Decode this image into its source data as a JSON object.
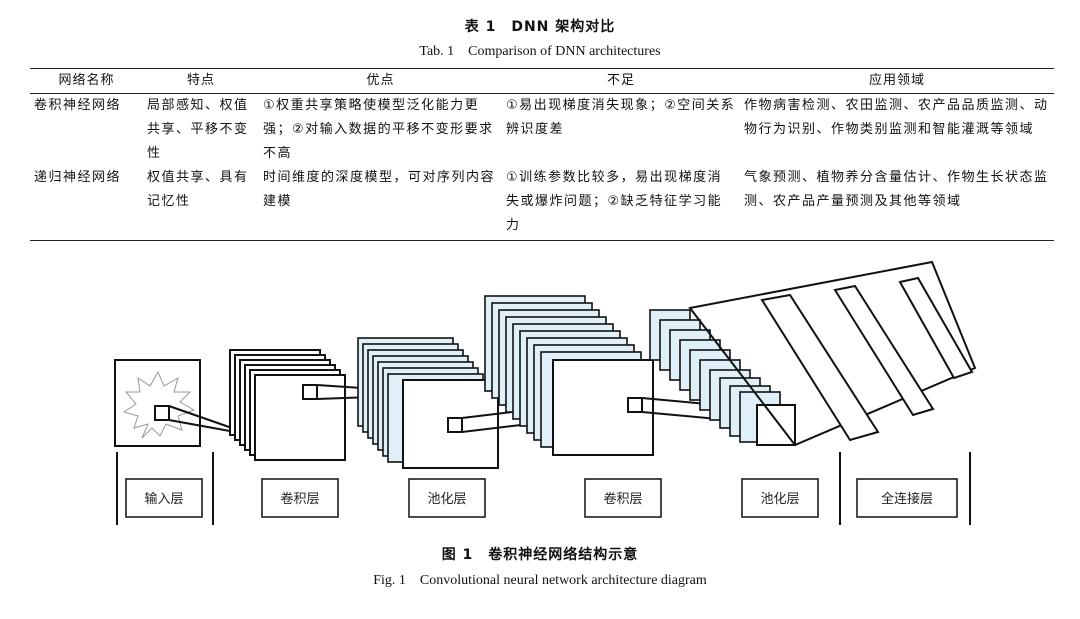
{
  "table": {
    "title_cn": "表 1　DNN 架构对比",
    "title_en": "Tab. 1　Comparison of DNN architectures",
    "headers": [
      "网络名称",
      "特点",
      "优点",
      "不足",
      "应用领域"
    ],
    "rows": [
      {
        "name": "卷积神经网络",
        "features": "局部感知、权值共享、平移不变性",
        "advantages": "①权重共享策略使模型泛化能力更强；②对输入数据的平移不变形要求不高",
        "disadvantages": "①易出现梯度消失现象；②空间关系辨识度差",
        "applications": "作物病害检测、农田监测、农产品品质监测、动物行为识别、作物类别监测和智能灌溉等领域"
      },
      {
        "name": "递归神经网络",
        "features": "权值共享、具有记忆性",
        "advantages": "时间维度的深度模型，可对序列内容建模",
        "disadvantages": "①训练参数比较多，易出现梯度消失或爆炸问题；②缺乏特征学习能力",
        "applications": "气象预测、植物养分含量估计、作物生长状态监测、农产品产量预测及其他等领域"
      }
    ]
  },
  "figure": {
    "layers": [
      "输入层",
      "卷积层",
      "池化层",
      "卷积层",
      "池化层",
      "全连接层"
    ],
    "title_cn": "图 1　卷积神经网络结构示意",
    "title_en": "Fig. 1　Convolutional neural network architecture diagram",
    "map_fill": "#dff0f8",
    "line_color": "#111111"
  }
}
